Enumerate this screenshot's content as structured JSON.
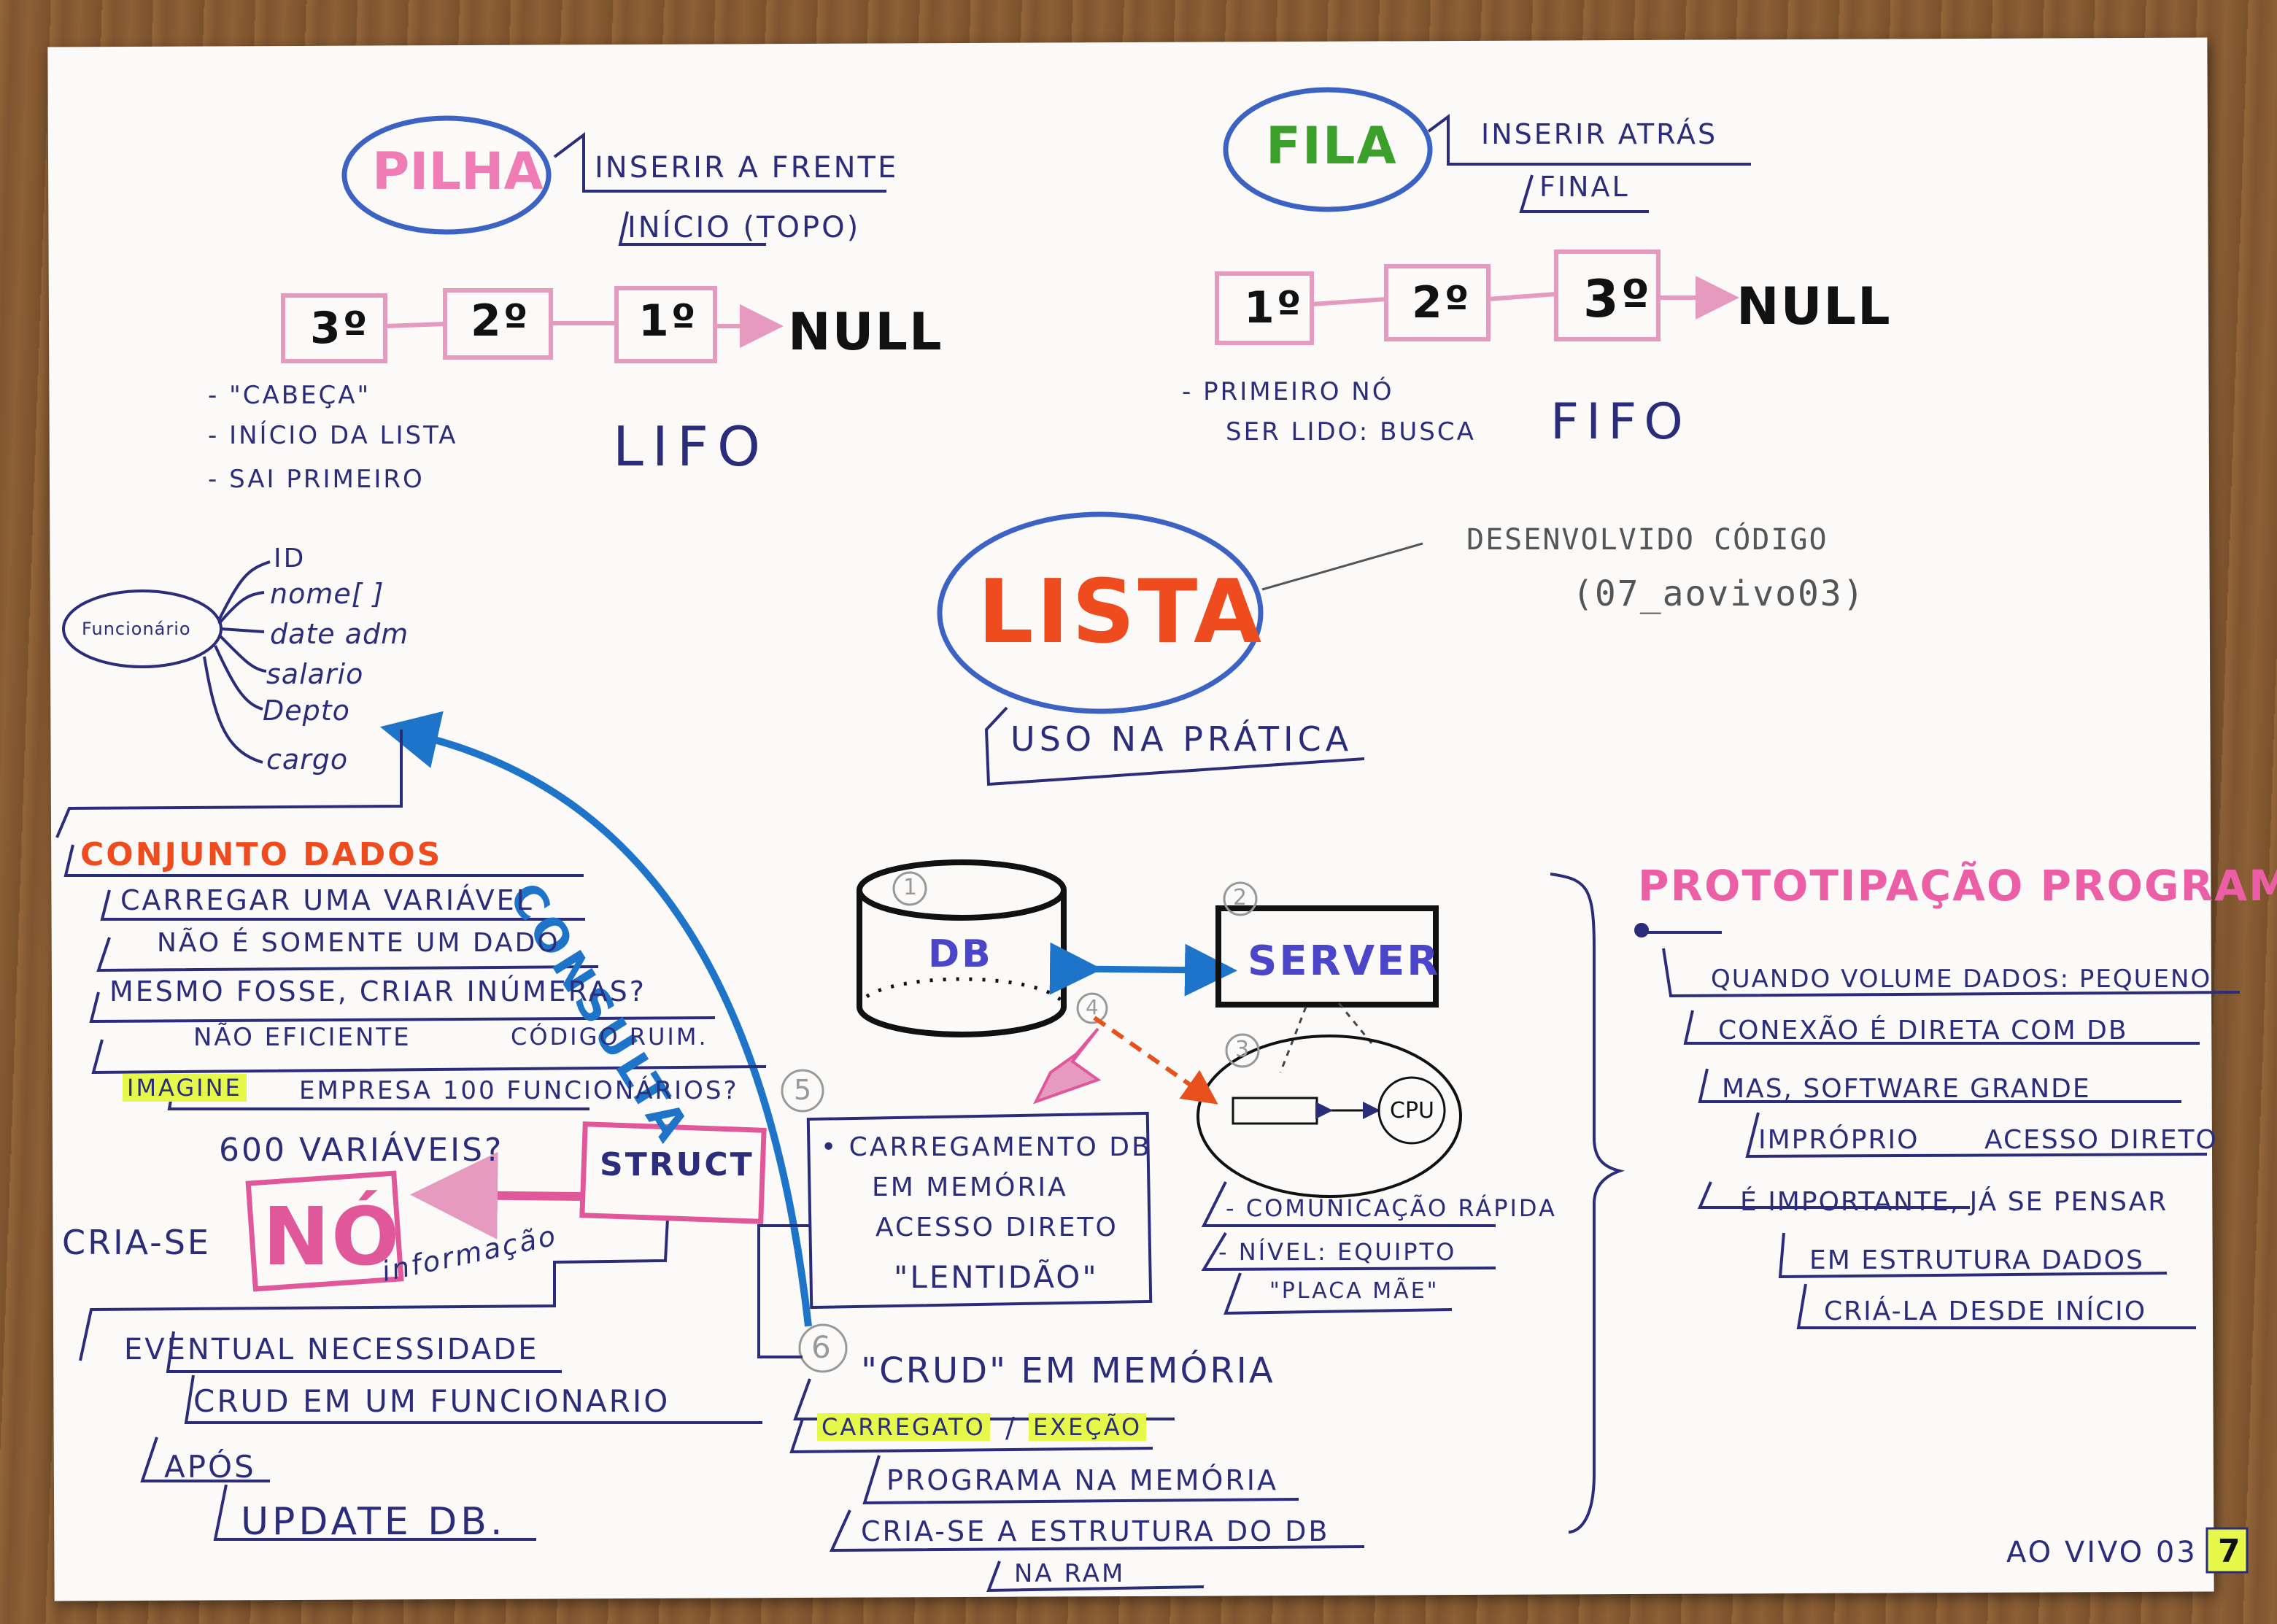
{
  "pilha": {
    "title": "PILHA",
    "insert": "INSERIR A FRENTE",
    "start": "INÍCIO (TOPO)",
    "nodes": [
      "3º",
      "2º",
      "1º"
    ],
    "null_label": "NULL",
    "notes": [
      "- \"CABEÇA\"",
      "- INÍCIO DA LISTA",
      "- SAI PRIMEIRO"
    ],
    "acronym": "LIFO"
  },
  "fila": {
    "title": "FILA",
    "insert": "INSERIR ATRÁS",
    "end": "FINAL",
    "nodes": [
      "1º",
      "2º",
      "3º"
    ],
    "null_label": "NULL",
    "notes": [
      "- PRIMEIRO NÓ",
      "SER LIDO: BUSCA"
    ],
    "acronym": "FIFO"
  },
  "lista": {
    "title": "LISTA",
    "subtitle": "USO NA PRÁTICA",
    "code_note": "DESENVOLVIDO CÓDIGO",
    "code_ref": "(07_aovivo03)"
  },
  "funcionario": {
    "label": "Funcionário",
    "fields": [
      "ID",
      "nome[ ]",
      "date adm",
      "salario",
      "Depto",
      "cargo"
    ]
  },
  "consulta": "CONSULTA",
  "conjunto": {
    "title": "CONJUNTO DADOS",
    "lines": [
      "CARREGAR UMA VARIÁVEL",
      "NÃO É SOMENTE UM DADO",
      "MESMO FOSSE, CRIAR INÚMERAS?",
      "NÃO EFICIENTE",
      "CÓDIGO RUIM.",
      "EMPRESA 100 FUNCIONÁRIOS?",
      "600 VARIÁVEIS?"
    ],
    "imagine": "IMAGINE",
    "struct": "STRUCT",
    "cria_se": "CRIA-SE",
    "no": "NÓ",
    "informacao": "informação",
    "eventual": "EVENTUAL NECESSIDADE",
    "crud": "CRUD EM UM FUNCIONARIO",
    "apos": "APÓS",
    "update": "UPDATE DB."
  },
  "diagram": {
    "db": "DB",
    "server": "SERVER",
    "cpu": "CPU",
    "step_numbers": [
      "1",
      "2",
      "3",
      "4",
      "5",
      "6"
    ],
    "carregamento": [
      "• CARREGAMENTO DB",
      "EM MEMÓRIA",
      "ACESSO DIRETO",
      "\"LENTIDÃO\""
    ],
    "server_notes": [
      "- COMUNICAÇÃO RÁPIDA",
      "- NÍVEL: EQUIPTO",
      "\"PLACA MÃE\""
    ],
    "crud_memoria": "\"CRUD\" EM MEMÓRIA",
    "carregato": "CARREGATO",
    "execucao": "EXEÇÃO",
    "programa": "PROGRAMA NA MEMÓRIA",
    "cria_estrutura": "CRIA-SE A ESTRUTURA DO DB",
    "na_ram": "NA RAM"
  },
  "prototipacao": {
    "title": "PROTOTIPAÇÃO PROGRAMAS",
    "lines": [
      "QUANDO VOLUME DADOS: PEQUENO",
      "CONEXÃO É DIRETA COM DB",
      "MAS, SOFTWARE GRANDE",
      "IMPRÓPRIO",
      "ACESSO DIRETO",
      "É IMPORTANTE, JÁ SE PENSAR",
      "EM ESTRUTURA DADOS",
      "CRIÁ-LA DESDE INÍCIO"
    ]
  },
  "footer": {
    "label": "AO VIVO 03",
    "page": "7"
  },
  "colors": {
    "ink": "#2b2d7a",
    "pink": "#e0589a",
    "blue": "#1e74c9",
    "green": "#3aa02a",
    "orange": "#e8501e",
    "highlight": "#e6f94a",
    "node_border": "#e79ac0"
  }
}
